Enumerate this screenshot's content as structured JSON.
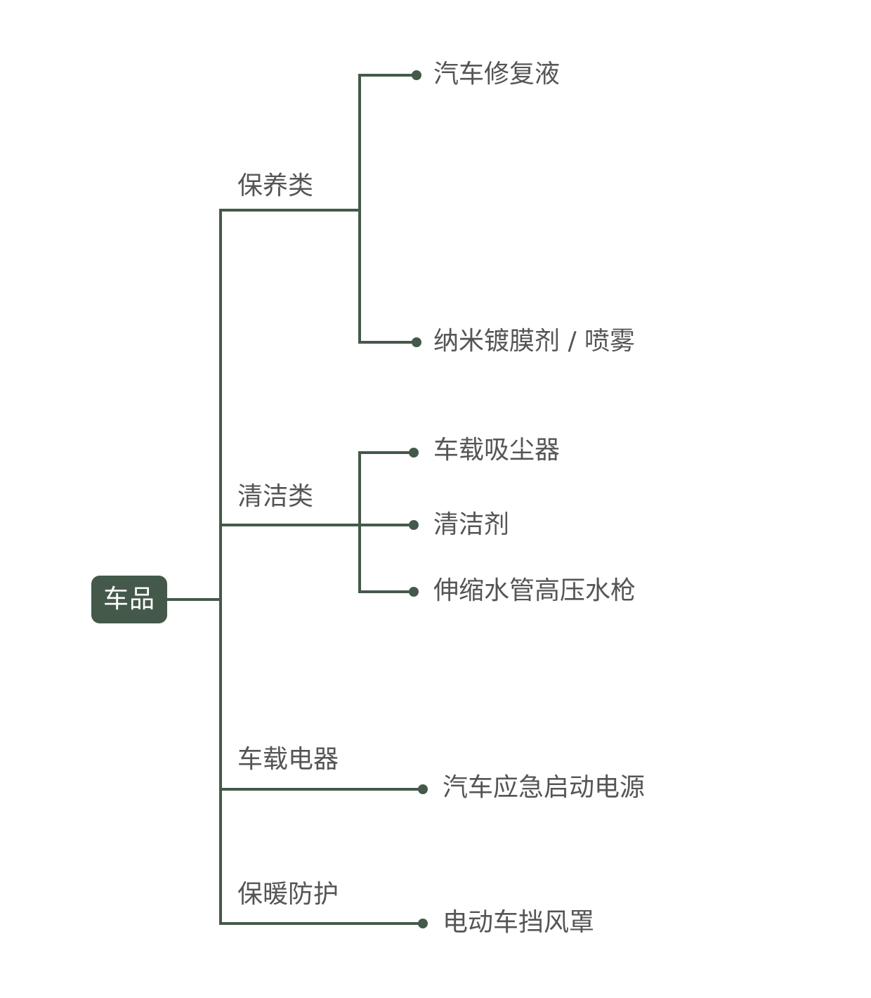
{
  "root": {
    "label": "车品"
  },
  "branches": [
    {
      "label": "保养类",
      "children": [
        "汽车修复液",
        "纳米镀膜剂 / 喷雾"
      ]
    },
    {
      "label": "清洁类",
      "children": [
        "车载吸尘器",
        "清洁剂",
        "伸缩水管高压水枪"
      ]
    },
    {
      "label": "车载电器",
      "children": [
        "汽车应急启动电源"
      ]
    },
    {
      "label": "保暖防护",
      "children": [
        "电动车挡风罩"
      ]
    }
  ],
  "colors": {
    "connector": "#44594a",
    "root_fill": "#44594a",
    "root_text": "#ffffff",
    "label_text": "#555555"
  }
}
